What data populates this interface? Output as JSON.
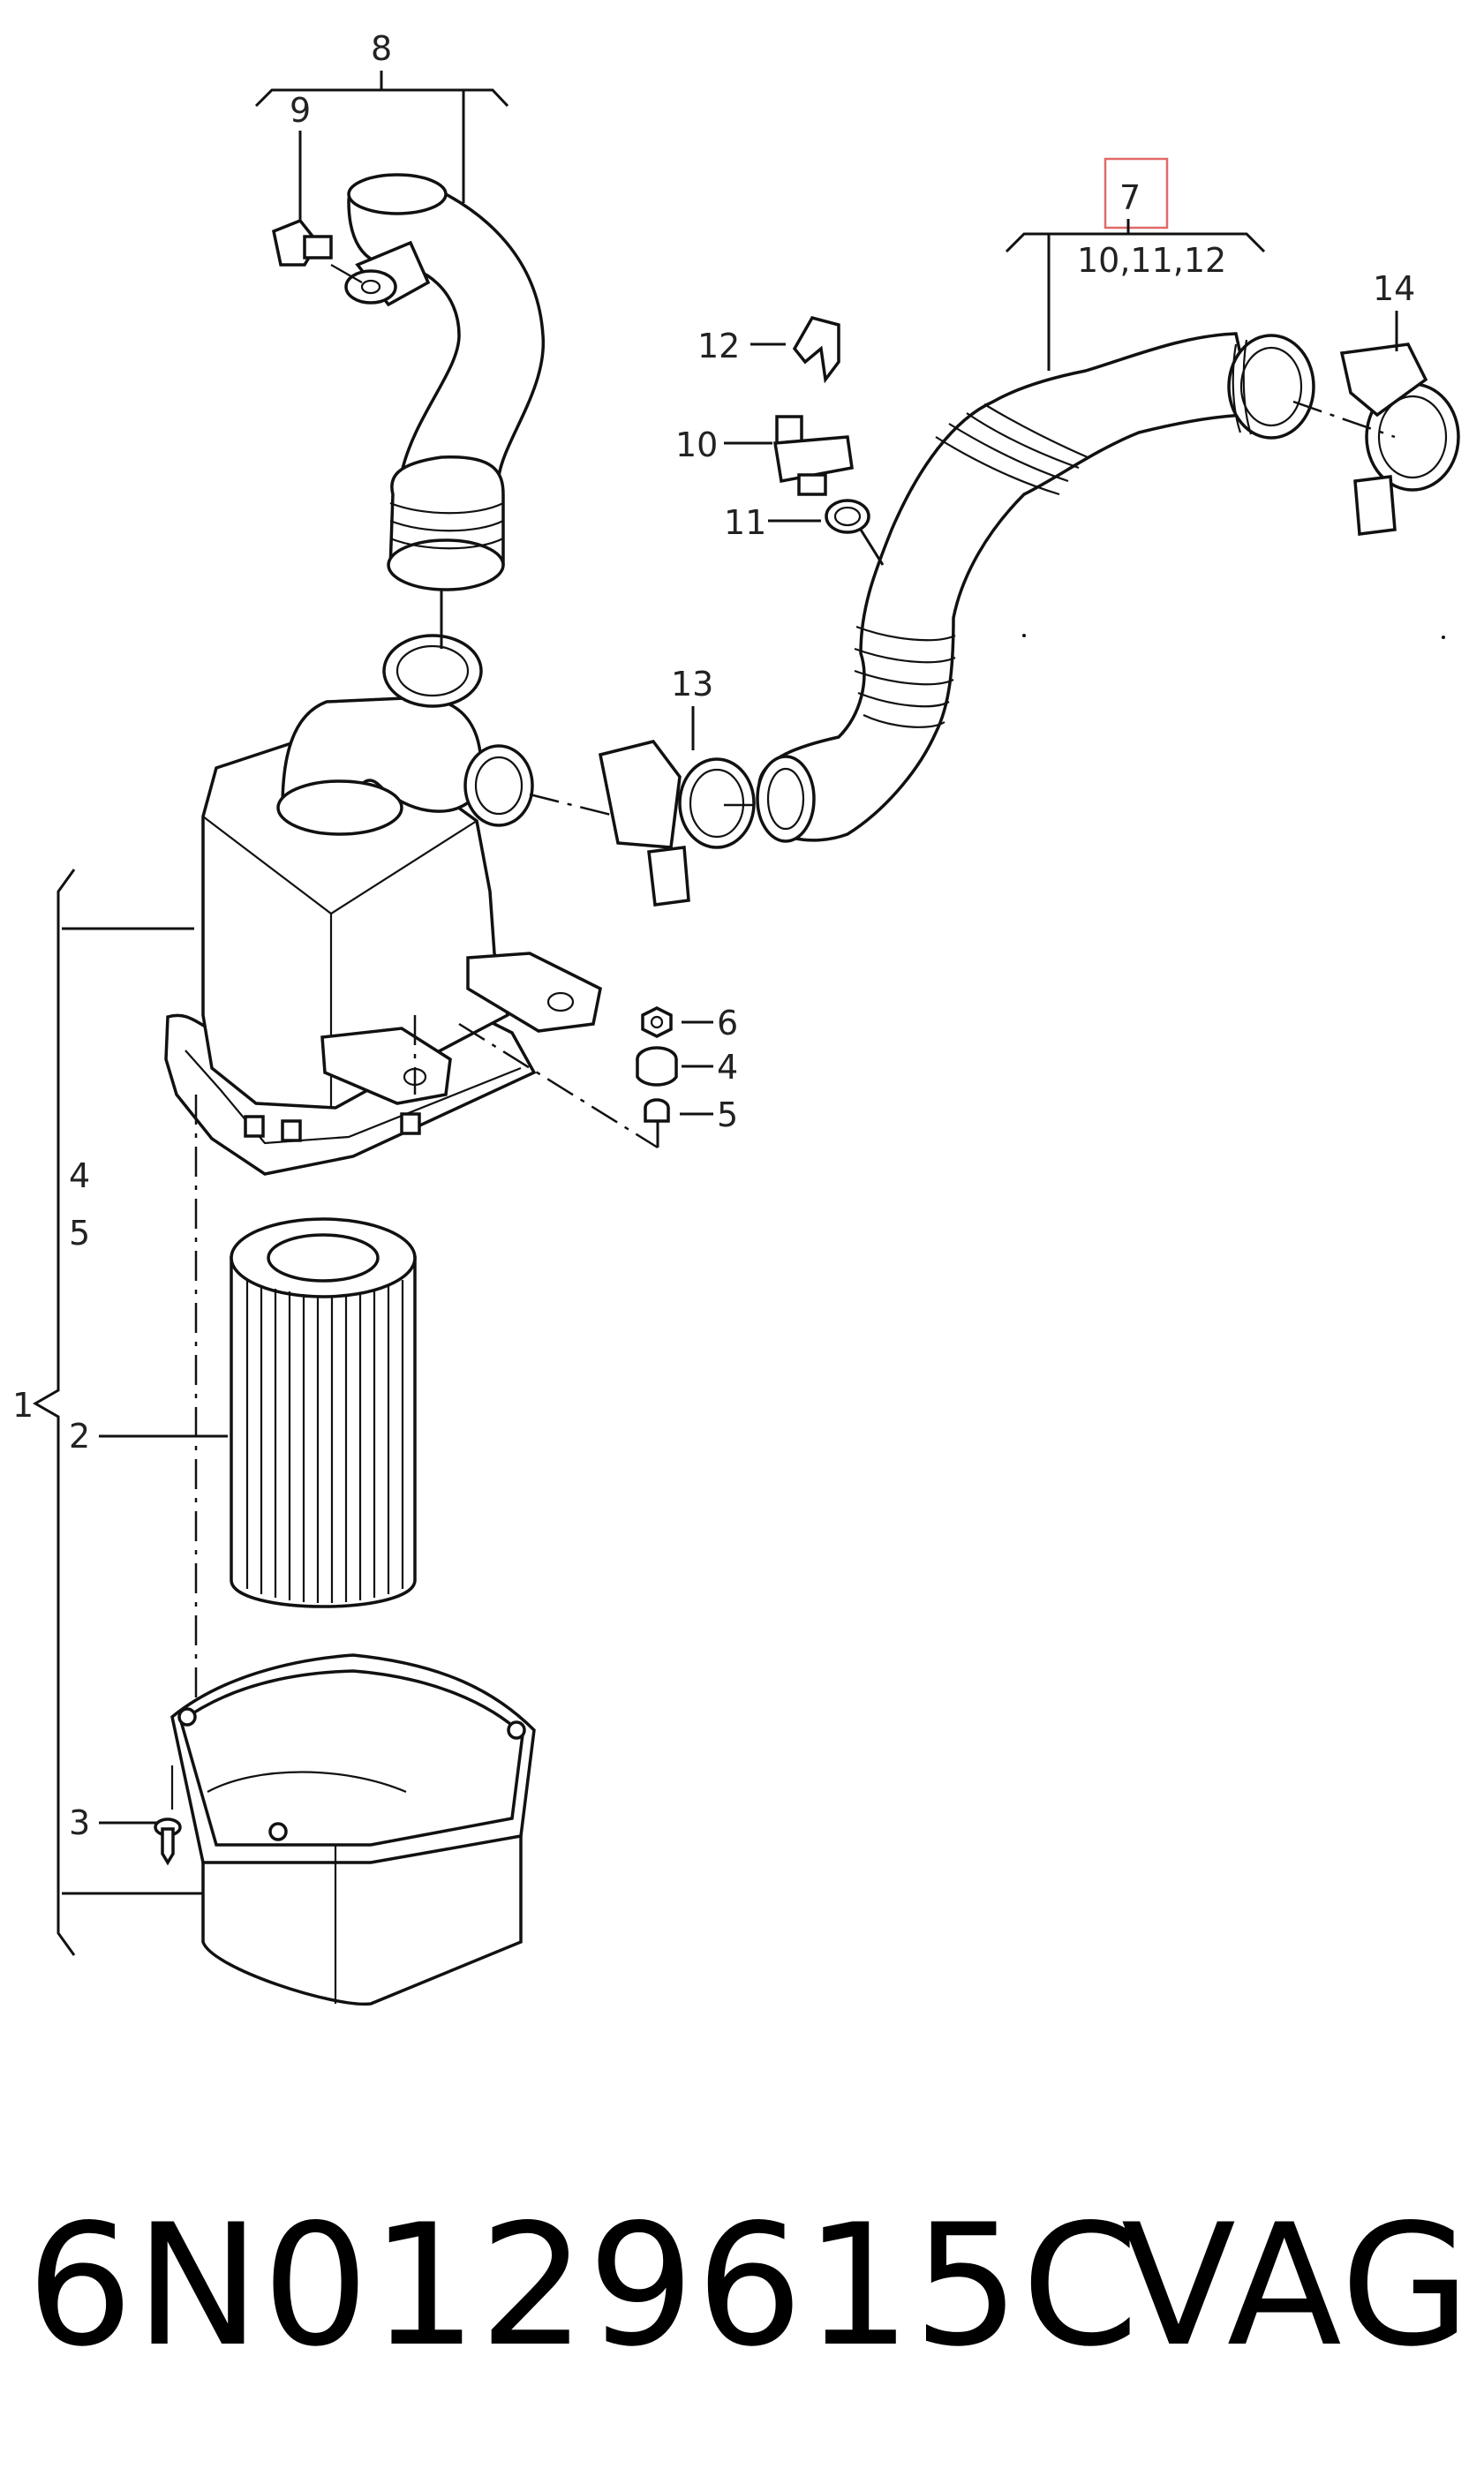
{
  "diagram": {
    "callouts": {
      "c1": "1",
      "c2": "2",
      "c3": "3",
      "c4a": "4",
      "c5a": "5",
      "c4b": "4",
      "c5b": "5",
      "c6": "6",
      "c7": "7",
      "c7sub": "10,11,12",
      "c8": "8",
      "c9": "9",
      "c10": "10",
      "c11": "11",
      "c12": "12",
      "c13": "13",
      "c14": "14"
    },
    "highlight_color": "#e06a6a"
  },
  "footer": {
    "part_number": "6N0129615C",
    "brand": "VAG"
  }
}
